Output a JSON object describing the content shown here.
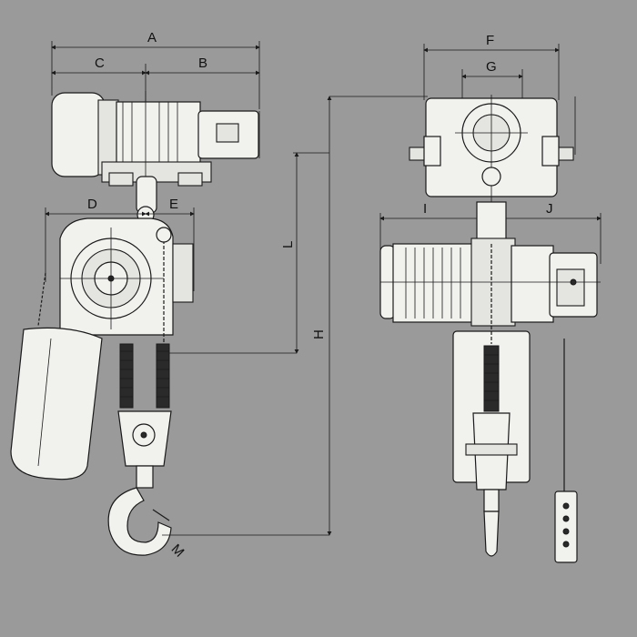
{
  "dimension_labels": {
    "A": "A",
    "B": "B",
    "C": "C",
    "D": "D",
    "E": "E",
    "F": "F",
    "G": "G",
    "H": "H",
    "I": "I",
    "J": "J",
    "L": "L",
    "M": "M"
  },
  "colors": {
    "background": "#9a9a9a",
    "line": "#1a1a1a",
    "part_fill": "#f1f1ee"
  }
}
